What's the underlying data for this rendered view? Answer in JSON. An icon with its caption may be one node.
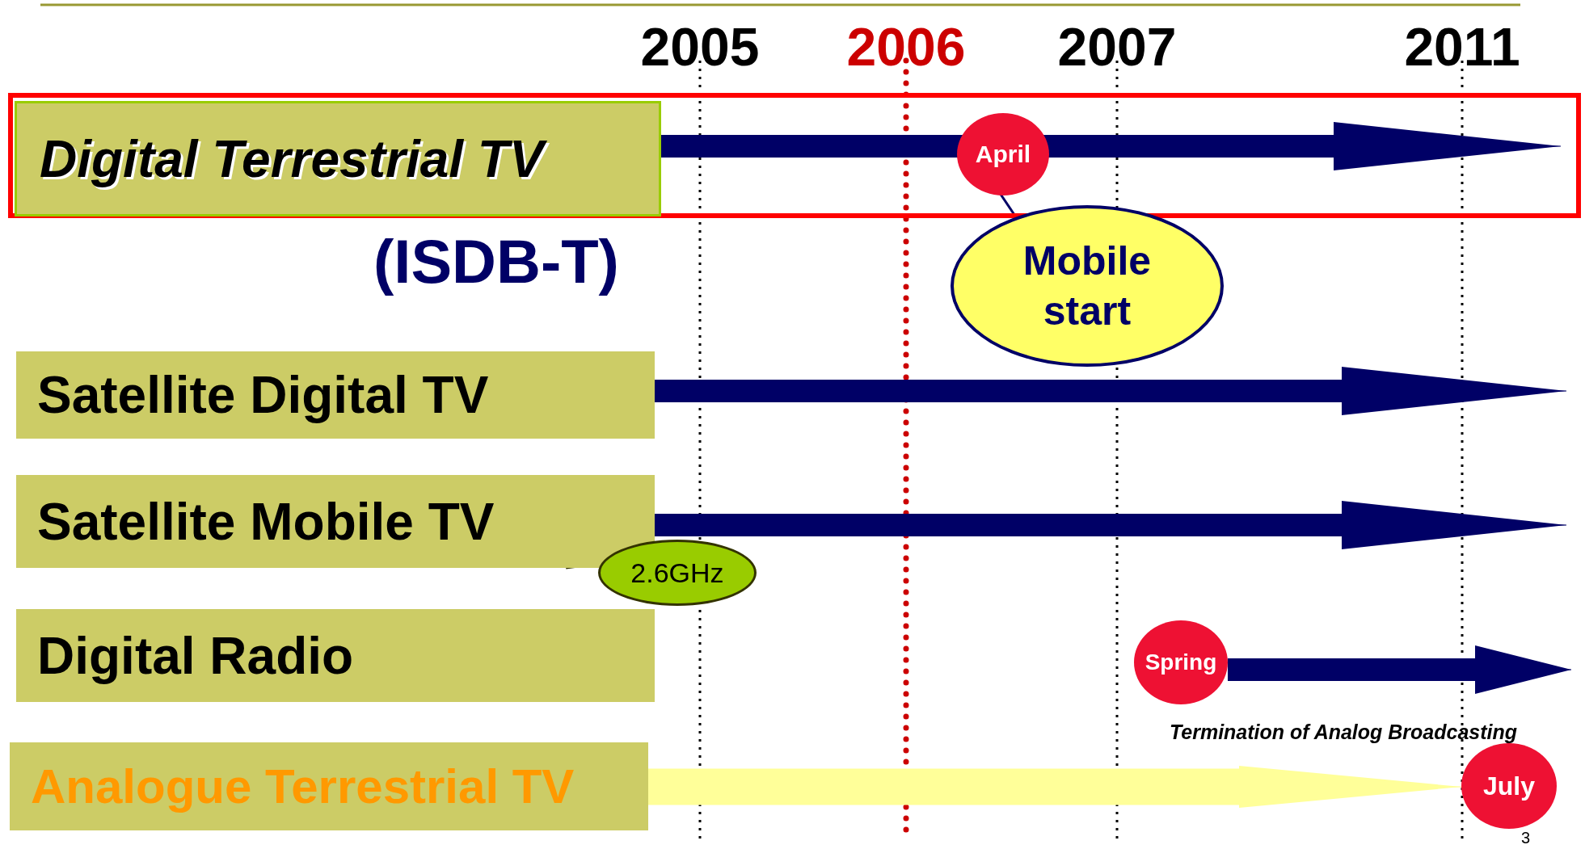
{
  "diagram": {
    "nodes": [
      {
        "text": [],
        "shape": "box"
      },
      {
        "text": [
          "Digital Terrestrial TV"
        ],
        "in": 0,
        "beside": [
          "(ISDB-T)"
        ]
      },
      {
        "text": [
          "April"
        ],
        "in": 0
      },
      {
        "text": [
          "Mobile start"
        ]
      },
      {
        "text": [
          "Satellite Digital TV"
        ]
      },
      {
        "text": [
          "Satellite Mobile TV"
        ]
      },
      {
        "text": [
          "2.6GHz"
        ]
      },
      {
        "text": [
          "Digital Radio"
        ]
      },
      {
        "text": [
          "Spring"
        ]
      },
      {
        "text": [
          "Analogue Terrestrial TV"
        ]
      },
      {
        "text": [
          "July"
        ]
      }
    ],
    "edges": [
      {
        "from": 1,
        "to": null,
        "arrow": "to"
      },
      {
        "from": 3,
        "to": 2,
        "arrow": "none"
      },
      {
        "from": 4,
        "to": null,
        "arrow": "to"
      },
      {
        "from": 5,
        "to": null,
        "arrow": "to"
      },
      {
        "from": 6,
        "to": 5,
        "arrow": "none",
        "color": "#333300"
      },
      {
        "from": 8,
        "to": null,
        "arrow": "to"
      },
      {
        "from": 9,
        "to": 10,
        "arrow": "to",
        "color": "#ffff99"
      }
    ],
    "labels": [
      "2005",
      "2006",
      "2007",
      "2011",
      "Termination of Analog Broadcasting",
      "3"
    ]
  }
}
